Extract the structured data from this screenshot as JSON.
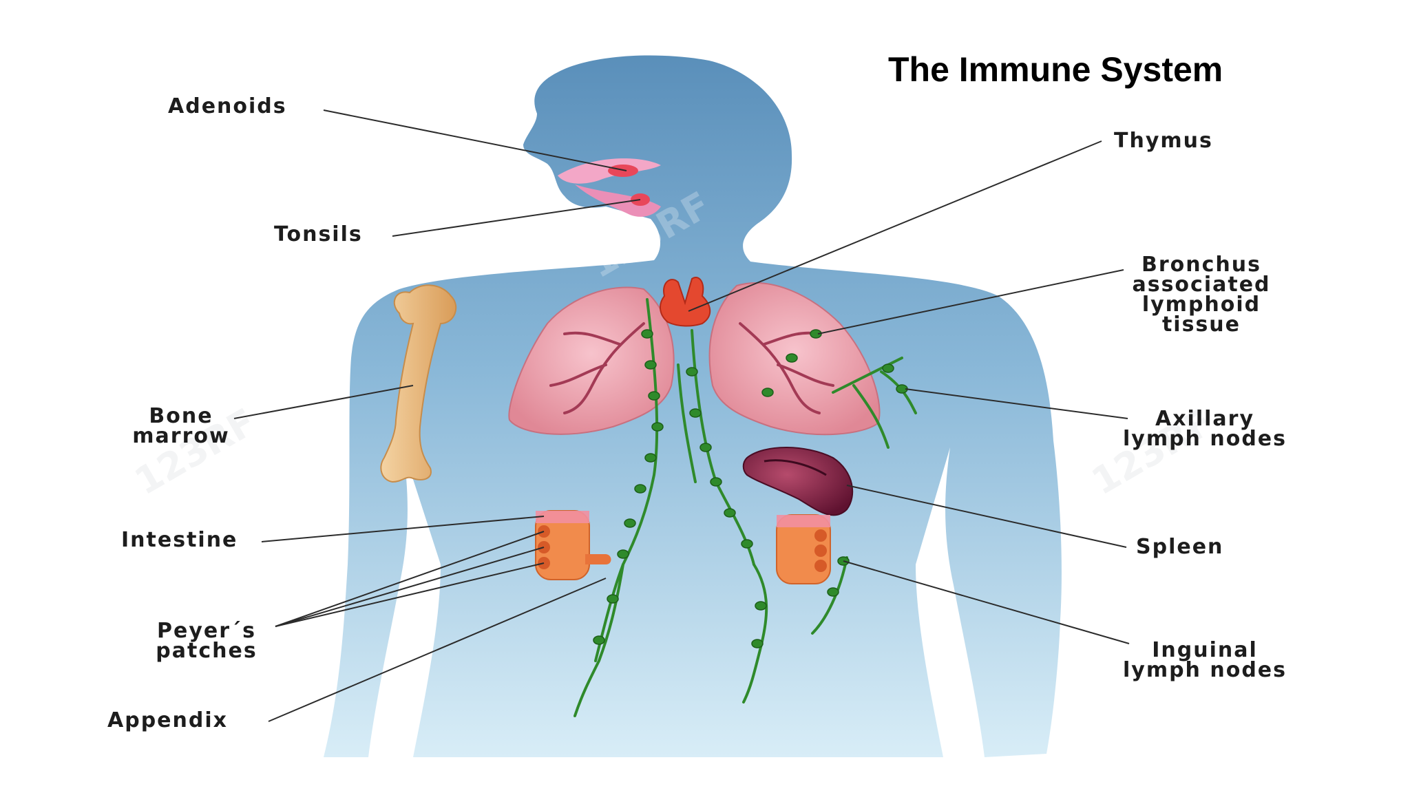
{
  "title": "The Immune System",
  "colors": {
    "body_top": "#5e93bd",
    "body_bottom": "#d6ebf6",
    "lung": "#e79aa6",
    "lymph": "#2f8a2b",
    "bone": "#e6b77b",
    "spleen": "#7b1f3f",
    "intestine": "#f08a48",
    "thymus": "#e4482f",
    "adenoid": "#f0a1c6",
    "leader_line": "#2b2b2b"
  },
  "labels": {
    "adenoids": [
      "Adenoids"
    ],
    "tonsils": [
      "Tonsils"
    ],
    "bone_marrow": [
      "Bone",
      "marrow"
    ],
    "intestine": [
      "Intestine"
    ],
    "peyers_patches": [
      "Peyer´s",
      "patches"
    ],
    "appendix": [
      "Appendix"
    ],
    "thymus": [
      "Thymus"
    ],
    "bronchus": [
      "Bronchus",
      "associated",
      "lymphoid",
      "tissue"
    ],
    "axillary": [
      "Axillary",
      "lymph nodes"
    ],
    "spleen": [
      "Spleen"
    ],
    "inguinal": [
      "Inguinal",
      "lymph nodes"
    ]
  },
  "watermark": "123RF"
}
